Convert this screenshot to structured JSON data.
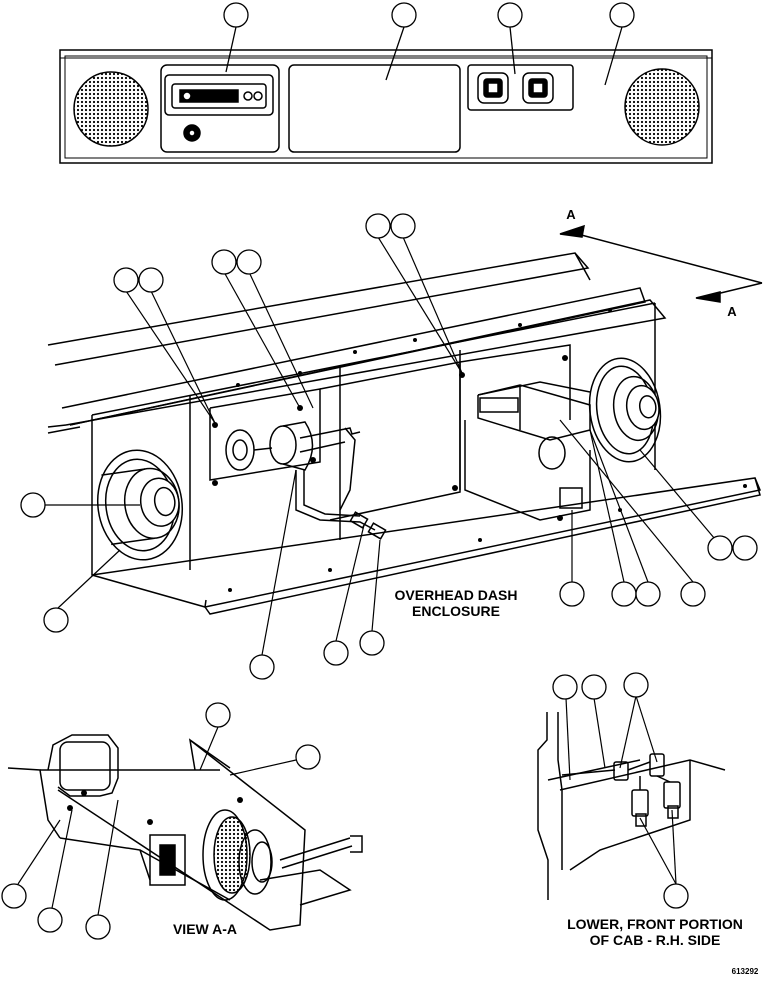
{
  "labels": {
    "overhead_dash_line1": "OVERHEAD DASH",
    "overhead_dash_line2": "ENCLOSURE",
    "view_aa": "VIEW A-A",
    "lower_front_line1": "LOWER, FRONT PORTION",
    "lower_front_line2": "OF CAB - R.H. SIDE",
    "section_a_top": "A",
    "section_a_bottom": "A",
    "drawing_number": "613292"
  }
}
